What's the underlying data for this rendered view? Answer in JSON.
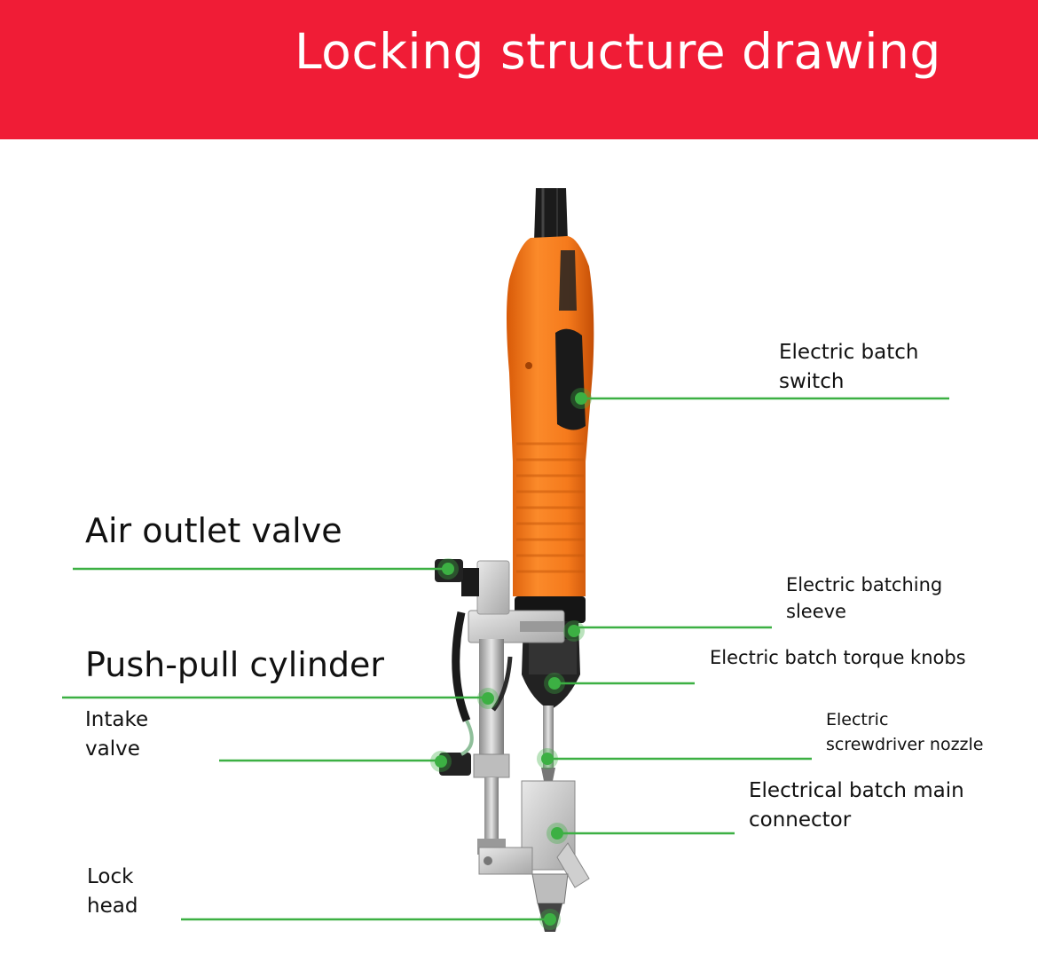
{
  "title": "Locking structure drawing",
  "colors": {
    "banner": "#f01c36",
    "leader_line": "#3cb043",
    "tool_body": "#f57a1c"
  },
  "labels": {
    "electric_batch_switch": [
      "Electric batch",
      "switch"
    ],
    "air_outlet_valve": "Air outlet valve",
    "electric_batching_sleeve": [
      "Electric batching",
      "sleeve"
    ],
    "push_pull_cylinder": "Push-pull cylinder",
    "electric_batch_torque_knobs": "Electric batch torque knobs",
    "intake_valve": [
      "Intake",
      "valve"
    ],
    "electric_screwdriver_nozzle": [
      "Electric",
      "screwdriver nozzle"
    ],
    "electrical_batch_main_connector": [
      "Electrical batch main",
      "connector"
    ],
    "lock_head": [
      "Lock",
      "head"
    ]
  }
}
